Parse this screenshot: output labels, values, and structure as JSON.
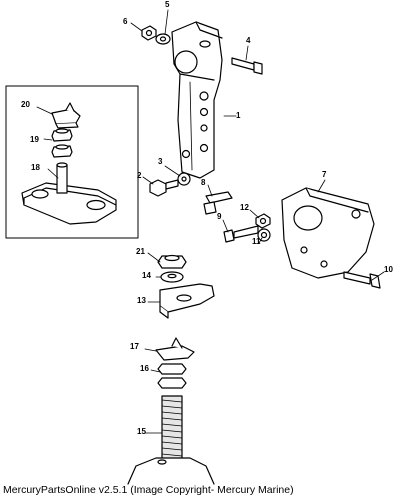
{
  "callouts": [
    {
      "id": "1",
      "label": "1"
    },
    {
      "id": "2",
      "label": "2"
    },
    {
      "id": "3",
      "label": "3"
    },
    {
      "id": "4",
      "label": "4"
    },
    {
      "id": "5",
      "label": "5"
    },
    {
      "id": "6",
      "label": "6"
    },
    {
      "id": "7",
      "label": "7"
    },
    {
      "id": "8",
      "label": "8"
    },
    {
      "id": "9",
      "label": "9"
    },
    {
      "id": "10",
      "label": "10"
    },
    {
      "id": "11",
      "label": "11"
    },
    {
      "id": "12",
      "label": "12"
    },
    {
      "id": "13",
      "label": "13"
    },
    {
      "id": "14",
      "label": "14"
    },
    {
      "id": "15",
      "label": "15"
    },
    {
      "id": "16",
      "label": "16"
    },
    {
      "id": "17",
      "label": "17"
    },
    {
      "id": "18",
      "label": "18"
    },
    {
      "id": "19",
      "label": "19"
    },
    {
      "id": "20",
      "label": "20"
    },
    {
      "id": "21",
      "label": "21"
    }
  ],
  "footer": {
    "text": "MercuryPartsOnline v2.5.1 (Image Copyright- Mercury Marine)"
  }
}
